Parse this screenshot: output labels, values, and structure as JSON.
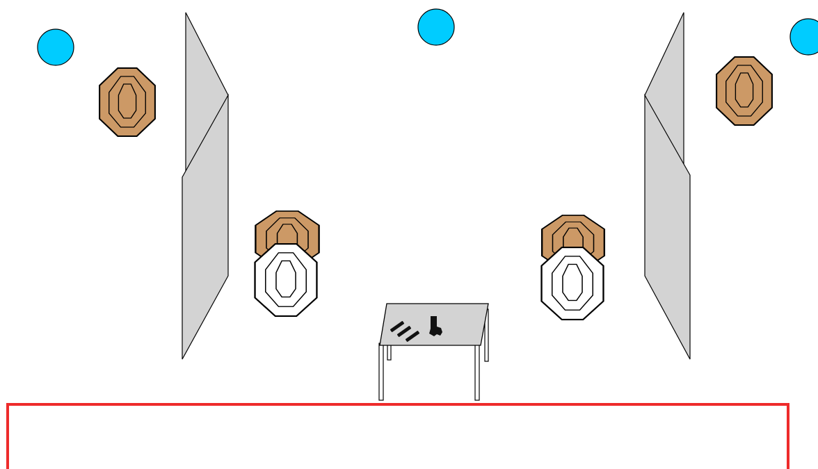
{
  "colors": {
    "background": "#ffffff",
    "steel_target": "#00ccff",
    "paper_target_shoot": "#cc9966",
    "paper_target_noshoot": "#ffffff",
    "barrier_wall": "#d3d3d3",
    "table_top": "#d3d3d3",
    "fault_line": "#ee2b2b",
    "outline": "#000000"
  },
  "icons": {
    "steel": "round-steel-plate-icon",
    "ipsc_target": "ipsc-octagon-target-icon",
    "table": "table-icon",
    "pistol": "pistol-icon",
    "magazine": "magazine-icon"
  },
  "stage_elements": {
    "steel_targets": 3,
    "shoot_targets": 4,
    "no_shoot_targets": 2,
    "barrier_walls": 4,
    "tables": 1,
    "magazines_on_table": 3,
    "pistols_on_table": 1,
    "shooting_areas": 1
  }
}
